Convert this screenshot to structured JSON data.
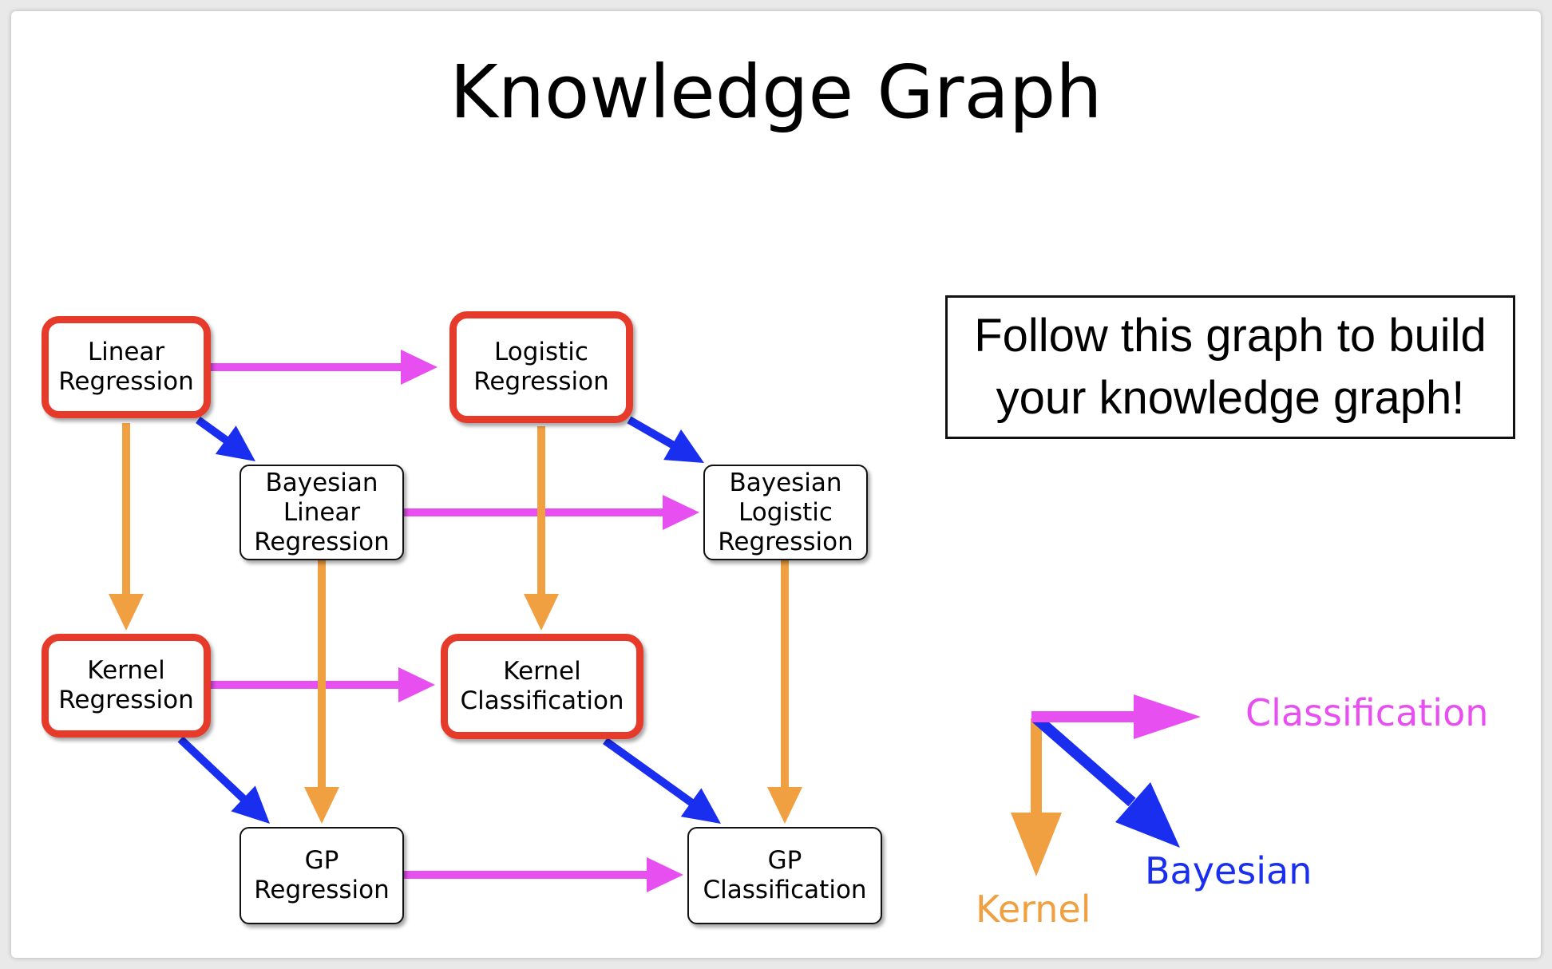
{
  "title": "Knowledge Graph",
  "callout": "Follow this graph to build\nyour knowledge graph!",
  "colors": {
    "classification": "#e84ff0",
    "bayesian": "#1a2ef0",
    "kernel": "#f0a040",
    "highlight": "#e63a2b"
  },
  "nodes": {
    "linear_regression": "Linear\nRegression",
    "logistic_regression": "Logistic\nRegression",
    "bayesian_linear_regression": "Bayesian\nLinear\nRegression",
    "bayesian_logistic_regression": "Bayesian\nLogistic\nRegression",
    "kernel_regression": "Kernel\nRegression",
    "kernel_classification": "Kernel\nClassification",
    "gp_regression": "GP\nRegression",
    "gp_classification": "GP\nClassification"
  },
  "edges": [
    {
      "from": "linear_regression",
      "to": "logistic_regression",
      "type": "classification"
    },
    {
      "from": "bayesian_linear_regression",
      "to": "bayesian_logistic_regression",
      "type": "classification"
    },
    {
      "from": "kernel_regression",
      "to": "kernel_classification",
      "type": "classification"
    },
    {
      "from": "gp_regression",
      "to": "gp_classification",
      "type": "classification"
    },
    {
      "from": "linear_regression",
      "to": "bayesian_linear_regression",
      "type": "bayesian"
    },
    {
      "from": "logistic_regression",
      "to": "bayesian_logistic_regression",
      "type": "bayesian"
    },
    {
      "from": "kernel_regression",
      "to": "gp_regression",
      "type": "bayesian"
    },
    {
      "from": "kernel_classification",
      "to": "gp_classification",
      "type": "bayesian"
    },
    {
      "from": "linear_regression",
      "to": "kernel_regression",
      "type": "kernel"
    },
    {
      "from": "logistic_regression",
      "to": "kernel_classification",
      "type": "kernel"
    },
    {
      "from": "bayesian_linear_regression",
      "to": "gp_regression",
      "type": "kernel"
    },
    {
      "from": "bayesian_logistic_regression",
      "to": "gp_classification",
      "type": "kernel"
    }
  ],
  "legend": {
    "classification": "Classification",
    "bayesian": "Bayesian",
    "kernel": "Kernel"
  }
}
